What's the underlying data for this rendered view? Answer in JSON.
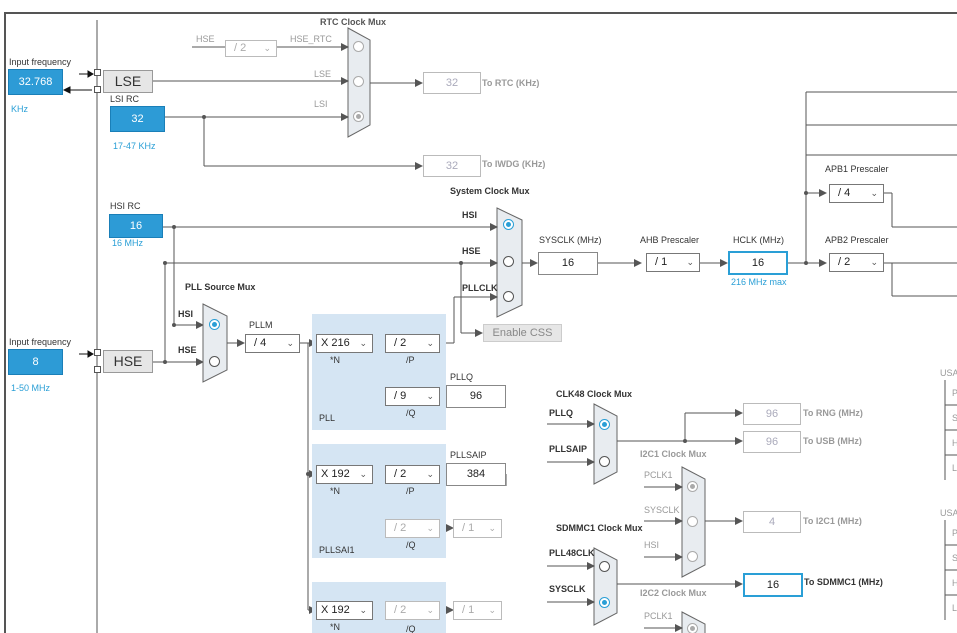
{
  "lse": {
    "input_label": "Input frequency",
    "input_value": "32.768",
    "unit": "KHz",
    "block": "LSE"
  },
  "lsi": {
    "title": "LSI RC",
    "value": "32",
    "range": "17-47 KHz"
  },
  "rtc_mux": {
    "title": "RTC Clock Mux",
    "hse_label": "HSE",
    "hse_div": "/ 2",
    "hse_rtc": "HSE_RTC",
    "lse": "LSE",
    "lsi": "LSI",
    "out_value": "32",
    "out_label": "To RTC (KHz)",
    "iwdg_value": "32",
    "iwdg_label": "To IWDG (KHz)"
  },
  "hsi": {
    "title": "HSI RC",
    "value": "16",
    "freq": "16 MHz"
  },
  "hse": {
    "input_label": "Input frequency",
    "input_value": "8",
    "range": "1-50 MHz",
    "block": "HSE"
  },
  "sys_mux": {
    "title": "System Clock Mux",
    "hsi": "HSI",
    "hse": "HSE",
    "pllclk": "PLLCLK",
    "css_button": "Enable CSS"
  },
  "sysclk": {
    "label": "SYSCLK (MHz)",
    "value": "16"
  },
  "ahb": {
    "label": "AHB Prescaler",
    "value": "/ 1"
  },
  "hclk": {
    "label": "HCLK (MHz)",
    "value": "16",
    "max": "216 MHz max"
  },
  "apb1": {
    "label": "APB1 Prescaler",
    "value": "/ 4"
  },
  "apb2": {
    "label": "APB2 Prescaler",
    "value": "/ 2"
  },
  "pll_src": {
    "title": "PLL Source Mux",
    "hsi": "HSI",
    "hse": "HSE"
  },
  "pllm": {
    "label": "PLLM",
    "value": "/ 4"
  },
  "pll": {
    "n_value": "X 216",
    "n_label": "*N",
    "p_value": "/ 2",
    "p_label": "/P",
    "q_value": "/ 9",
    "q_label": "/Q",
    "pllq_label": "PLLQ",
    "pllq_value": "96",
    "name": "PLL"
  },
  "pllsai1": {
    "n_value": "X 192",
    "n_label": "*N",
    "p_value": "/ 2",
    "p_label": "/P",
    "q_value": "/ 2",
    "q_label": "/Q",
    "q2_value": "/ 1",
    "pllsaip_label": "PLLSAIP",
    "pllsaip_value": "384",
    "name": "PLLSAI1"
  },
  "pll3": {
    "n_value": "X 192",
    "n_label": "*N",
    "p_value": "/ 2",
    "q_value": "/ 1",
    "q_label": "/Q"
  },
  "clk48": {
    "title": "CLK48 Clock Mux",
    "pllq": "PLLQ",
    "pllsaip": "PLLSAIP",
    "rng_value": "96",
    "rng_label": "To RNG (MHz)",
    "usb_value": "96",
    "usb_label": "To USB (MHz)"
  },
  "i2c1": {
    "title": "I2C1 Clock Mux",
    "pclk1": "PCLK1",
    "sysclk": "SYSCLK",
    "hsi": "HSI",
    "value": "4",
    "label": "To I2C1 (MHz)"
  },
  "sdmmc1": {
    "title": "SDMMC1 Clock Mux",
    "pll48": "PLL48CLK",
    "sysclk": "SYSCLK",
    "value": "16",
    "label": "To SDMMC1 (MHz)"
  },
  "i2c2": {
    "title": "I2C2 Clock Mux",
    "pclk1": "PCLK1"
  },
  "right_cut": {
    "usa1": "USA",
    "usa2": "USA",
    "p": "P",
    "s": "S",
    "h": "H",
    "l": "L"
  }
}
